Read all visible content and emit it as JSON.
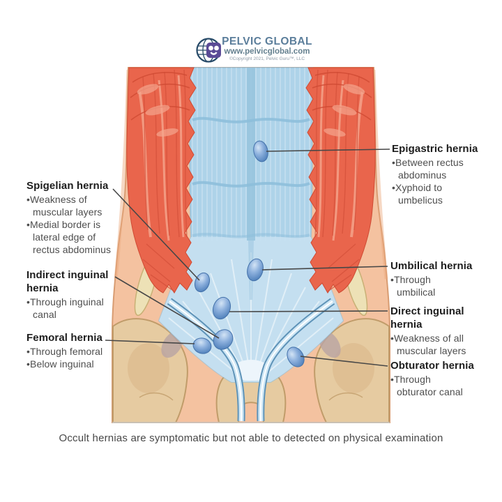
{
  "header": {
    "brand": "PELVIC GLOBAL",
    "website": "www.pelvicglobal.com",
    "copyright": "©Copyright 2021, Pelvic Guru™, LLC"
  },
  "labels": {
    "spigelian": {
      "title_lines": [
        "Spigelian hernia"
      ],
      "bullets": [
        [
          "•Weakness of",
          "muscular layers"
        ],
        [
          "•Medial border is",
          "lateral edge of",
          "rectus abdominus"
        ]
      ]
    },
    "indirect_inguinal": {
      "title_lines": [
        "Indirect inguinal",
        "hernia"
      ],
      "bullets": [
        [
          "•Through inguinal",
          "canal"
        ]
      ]
    },
    "femoral": {
      "title_lines": [
        "Femoral hernia"
      ],
      "bullets": [
        [
          "•Through femoral"
        ],
        [
          "•Below inguinal"
        ]
      ]
    },
    "epigastric": {
      "title_lines": [
        "Epigastric hernia"
      ],
      "bullets": [
        [
          "•Between rectus",
          "abdominus"
        ],
        [
          "•Xyphoid to",
          "umbelicus"
        ]
      ]
    },
    "umbilical": {
      "title_lines": [
        "Umbilical hernia"
      ],
      "bullets": [
        [
          "•Through",
          "umbilical"
        ]
      ]
    },
    "direct_inguinal": {
      "title_lines": [
        "Direct inguinal",
        "hernia"
      ],
      "bullets": [
        [
          "•Weakness of all",
          "muscular layers"
        ]
      ]
    },
    "obturator": {
      "title_lines": [
        "Obturator hernia"
      ],
      "bullets": [
        [
          "•Through",
          "obturator canal"
        ]
      ]
    }
  },
  "caption": "Occult hernias are symptomatic but not able to detected on physical examination",
  "colors": {
    "muscle_red": "#e9654c",
    "fascia_blue": "#aed3e9",
    "hernia_spot_blue": "#5585c0",
    "skin": "#f4c2a0",
    "bone_tan": "#e6cba1",
    "leader_line": "#474747",
    "brand_blue": "#5b7e9b"
  }
}
